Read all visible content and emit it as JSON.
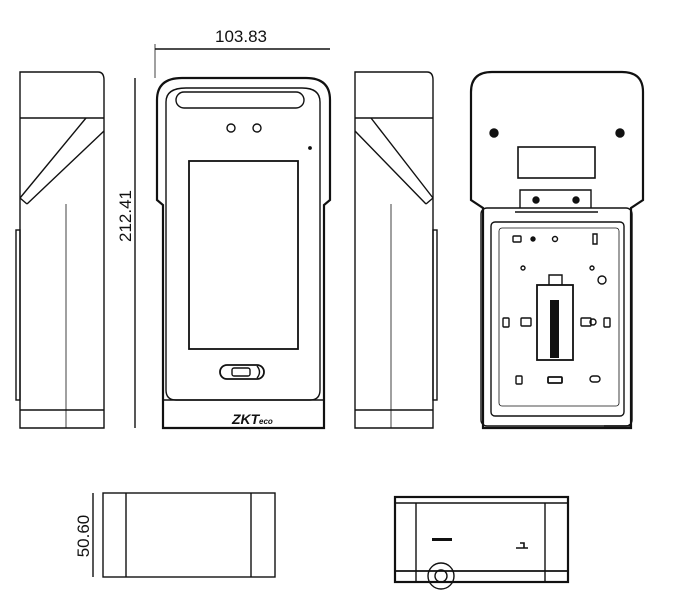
{
  "dimensions": {
    "width_label": "103.83",
    "height_label": "212.41",
    "depth_label": "50.60"
  },
  "brand": {
    "main": "ZKT",
    "suffix": "eco"
  },
  "colors": {
    "line": "#111111",
    "background": "#ffffff"
  }
}
